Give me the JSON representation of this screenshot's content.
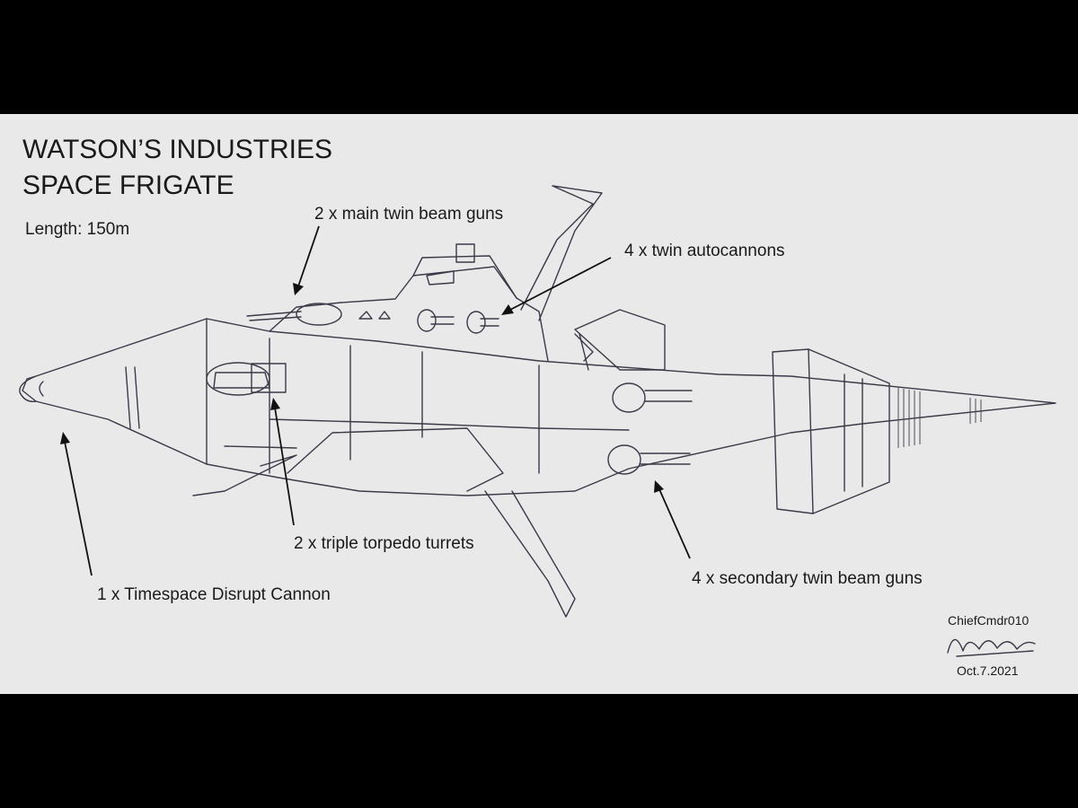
{
  "title": {
    "line1": "WATSON’S INDUSTRIES",
    "line2": "SPACE FRIGATE"
  },
  "length": "Length: 150m",
  "labels": {
    "main_beam_guns": "2 x main twin beam guns",
    "autocannons": "4 x twin autocannons",
    "torpedo_turrets": "2 x triple torpedo turrets",
    "disrupt_cannon": "1 x Timespace Disrupt Cannon",
    "secondary_beam_guns": "4 x secondary twin beam guns"
  },
  "signature": {
    "artist": "ChiefCmdr010",
    "date": "Oct.7.2021"
  },
  "colors": {
    "background": "#000000",
    "paper": "#e9e9e9",
    "ink": "#1a1a1a",
    "pencil": "#3a3a48"
  }
}
